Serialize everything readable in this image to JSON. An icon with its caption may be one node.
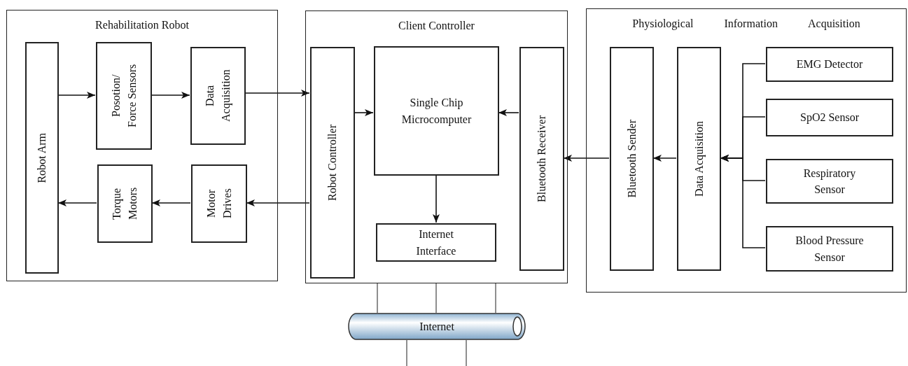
{
  "diagram": {
    "nodes": [
      {
        "text": [
          "Rehabilitation Robot"
        ]
      },
      {
        "text": [
          "Robot Arm"
        ],
        "in": 0
      },
      {
        "text": [
          "Posotion/ Force Sensors"
        ],
        "in": 0
      },
      {
        "text": [
          "Data Acquisition"
        ],
        "in": 0
      },
      {
        "text": [
          "Torque Motors"
        ],
        "in": 0
      },
      {
        "text": [
          "Motor Drives"
        ],
        "in": 0
      },
      {
        "text": [
          "Client Controller"
        ]
      },
      {
        "text": [
          "Robot Controller"
        ],
        "in": 6
      },
      {
        "text": [
          "Single Chip Microcomputer"
        ],
        "in": 6
      },
      {
        "text": [
          "Internet Interface"
        ],
        "in": 6
      },
      {
        "text": [
          "Bluetooth Receiver"
        ],
        "in": 6
      },
      {
        "text": [
          "Physiological Information Acquisition"
        ]
      },
      {
        "text": [
          "Bluetooth Sender"
        ],
        "in": 11
      },
      {
        "text": [
          "Data Acquisition"
        ],
        "in": 11
      },
      {
        "text": [
          "EMG Detector"
        ],
        "in": 11
      },
      {
        "text": [
          "SpO2 Sensor"
        ],
        "in": 11
      },
      {
        "text": [
          "Respiratory Sensor"
        ],
        "in": 11
      },
      {
        "text": [
          "Blood Pressure Sensor"
        ],
        "in": 11
      },
      {
        "text": [
          "Internet"
        ]
      }
    ],
    "edges": [
      {
        "from": 1,
        "to": 2,
        "arrow": "to"
      },
      {
        "from": 2,
        "to": 3,
        "arrow": "to"
      },
      {
        "from": 3,
        "to": 7,
        "arrow": "to"
      },
      {
        "from": 5,
        "to": 4,
        "arrow": "to"
      },
      {
        "from": 4,
        "to": 1,
        "arrow": "to"
      },
      {
        "from": 7,
        "to": 5,
        "arrow": "to"
      },
      {
        "from": 7,
        "to": 8,
        "arrow": "to"
      },
      {
        "from": 10,
        "to": 8,
        "arrow": "to"
      },
      {
        "from": 8,
        "to": 9,
        "arrow": "to"
      },
      {
        "from": 12,
        "to": 10,
        "arrow": "to"
      },
      {
        "from": 13,
        "to": 12,
        "arrow": "to"
      },
      {
        "from": 14,
        "to": 13,
        "arrow": "to"
      },
      {
        "from": 15,
        "to": 13,
        "arrow": "to"
      },
      {
        "from": 16,
        "to": 13,
        "arrow": "to"
      },
      {
        "from": 17,
        "to": 13,
        "arrow": "to"
      },
      {
        "from": 6,
        "to": 18,
        "arrow": "none"
      },
      {
        "from": 6,
        "to": 18,
        "arrow": "none"
      },
      {
        "from": 6,
        "to": 18,
        "arrow": "none"
      },
      {
        "from": 18,
        "to": null,
        "arrow": "none"
      },
      {
        "from": 18,
        "to": null,
        "arrow": "none"
      }
    ]
  }
}
